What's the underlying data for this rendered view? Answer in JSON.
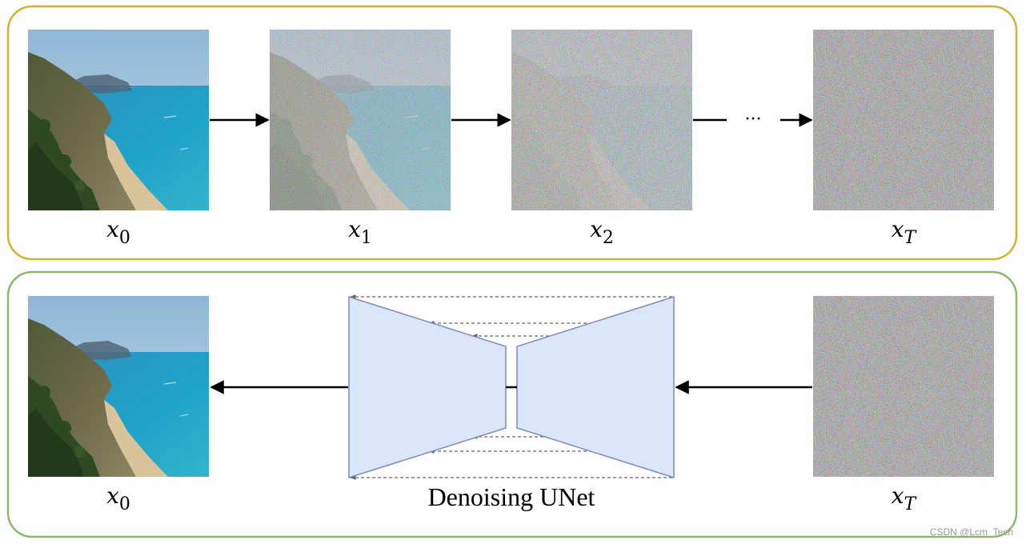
{
  "forward": {
    "labels": [
      {
        "var": "x",
        "sub": "0"
      },
      {
        "var": "x",
        "sub": "1"
      },
      {
        "var": "x",
        "sub": "2"
      },
      {
        "var": "x",
        "sub": "T"
      }
    ],
    "ellipsis": "···",
    "frame_color": "#d4b12f",
    "noise_levels": [
      0.0,
      0.55,
      0.8,
      1.0
    ]
  },
  "reverse": {
    "input_label": {
      "var": "x",
      "sub": "T"
    },
    "output_label": {
      "var": "x",
      "sub": "0"
    },
    "model_caption": "Denoising UNet",
    "frame_color": "#8cb86a",
    "unet_fill": "#dce6fb",
    "unet_stroke": "#7b8bb5"
  },
  "watermark": "CSDN @Lcm_Tech"
}
